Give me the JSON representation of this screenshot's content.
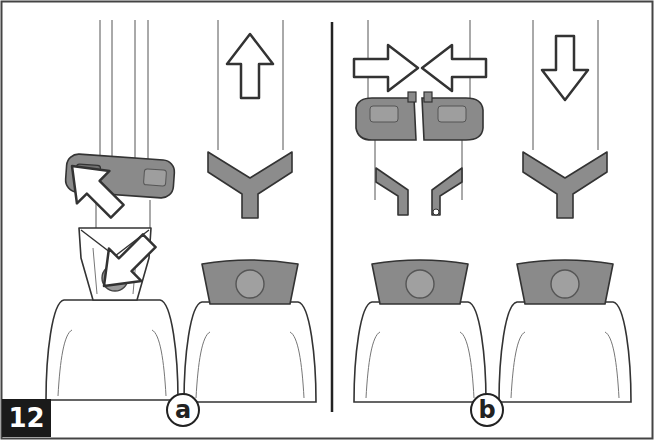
{
  "diagram": {
    "nodes": [
      {
        "text": [
          "12"
        ]
      },
      {
        "text": [
          "a"
        ]
      },
      {
        "text": [
          "b"
        ]
      }
    ]
  }
}
